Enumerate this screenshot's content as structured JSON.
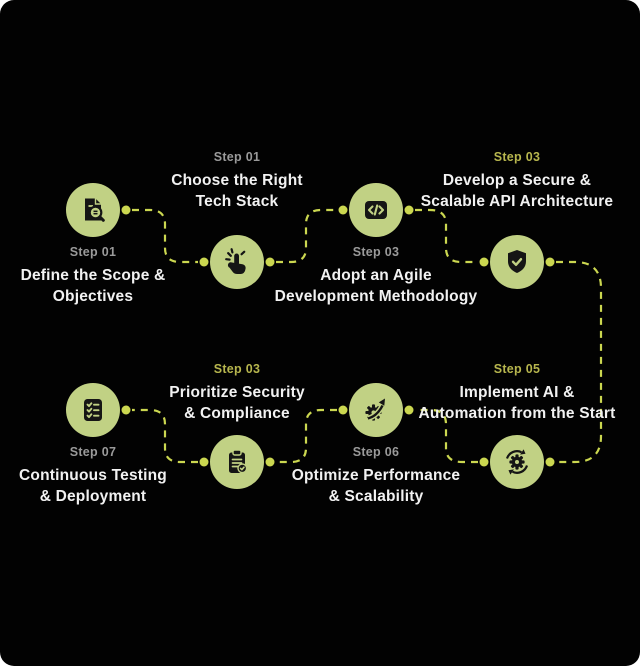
{
  "colors": {
    "background": "#020202",
    "node_circle": "#c1d184",
    "accent_line": "#cbd750",
    "crescent_shadow": "#303030",
    "icon_glyph": "#151515",
    "title_text": "#f2f2f2",
    "step_label_gray": "#9a9a9a",
    "step_label_yellow": "#b7b64e"
  },
  "nodes": [
    {
      "step": "Step 01",
      "step_class": "step gray",
      "title": "Define the Scope &\nObjectives",
      "icon": "document-search-icon"
    },
    {
      "step": "Step 01",
      "step_class": "step gray",
      "title": "Choose the Right\nTech Stack",
      "icon": "tap-click-icon"
    },
    {
      "step": "Step 03",
      "step_class": "step gray",
      "title": "Adopt an Agile\nDevelopment Methodology",
      "icon": "code-icon"
    },
    {
      "step": "Step 03",
      "step_class": "step yellow",
      "title": "Develop a Secure &\nScalable API Architecture",
      "icon": "shield-check-icon"
    },
    {
      "step": "Step 05",
      "step_class": "step yellow",
      "title": "Implement AI &\nAutomation from the Start",
      "icon": "sync-gear-icon"
    },
    {
      "step": "Step 06",
      "step_class": "step gray",
      "title": "Optimize Performance\n& Scalability",
      "icon": "gear-arrow-icon"
    },
    {
      "step": "Step 03",
      "step_class": "step yellow",
      "title": "Prioritize Security\n& Compliance",
      "icon": "clipboard-check-icon"
    },
    {
      "step": "Step 07",
      "step_class": "step gray",
      "title": "Continuous Testing\n& Deployment",
      "icon": "checklist-icon"
    }
  ]
}
